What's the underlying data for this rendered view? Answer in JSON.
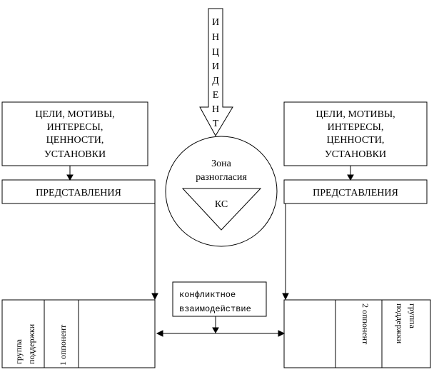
{
  "incident": {
    "letters": [
      "И",
      "Н",
      "Ц",
      "И",
      "Д",
      "Е",
      "Н",
      "Т"
    ]
  },
  "zone": {
    "line1": "Зона",
    "line2": "разногласия",
    "core": "КС"
  },
  "left": {
    "motives": [
      "ЦЕЛИ, МОТИВЫ,",
      "ИНТЕРЕСЫ,",
      "ЦЕННОСТИ,",
      "УСТАНОВКИ"
    ],
    "representations": "ПРЕДСТАВЛЕНИЯ",
    "support_group": [
      "группа",
      "поддержки"
    ],
    "opponent": "1 оппонент"
  },
  "right": {
    "motives": [
      "ЦЕЛИ, МОТИВЫ,",
      "ИНТЕРЕСЫ,",
      "ЦЕННОСТИ,",
      "УСТАНОВКИ"
    ],
    "representations": "ПРЕДСТАВЛЕНИЯ",
    "support_group": [
      "группа",
      "поддержки"
    ],
    "opponent": "2 оппонент"
  },
  "interaction": [
    "конфликтное",
    "взаимодействие"
  ]
}
